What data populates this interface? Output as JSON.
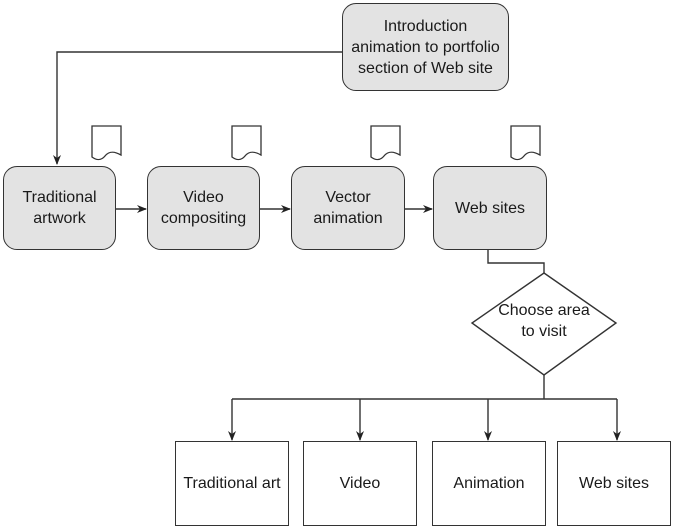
{
  "diagram": {
    "start": {
      "label": "Introduction\nanimation to portfolio\nsection of Web site"
    },
    "process_steps": [
      {
        "label": "Traditional\nartwork",
        "has_document_icon": true
      },
      {
        "label": "Video\ncompositing",
        "has_document_icon": true
      },
      {
        "label": "Vector\nanimation",
        "has_document_icon": true
      },
      {
        "label": "Web sites",
        "has_document_icon": true
      }
    ],
    "decision": {
      "label": "Choose area\nto visit"
    },
    "destinations": [
      {
        "label": "Traditional art"
      },
      {
        "label": "Video"
      },
      {
        "label": "Animation"
      },
      {
        "label": "Web sites"
      }
    ],
    "colors": {
      "process_fill": "#e3e3e3",
      "stroke": "#333333",
      "destination_fill": "#ffffff"
    }
  }
}
